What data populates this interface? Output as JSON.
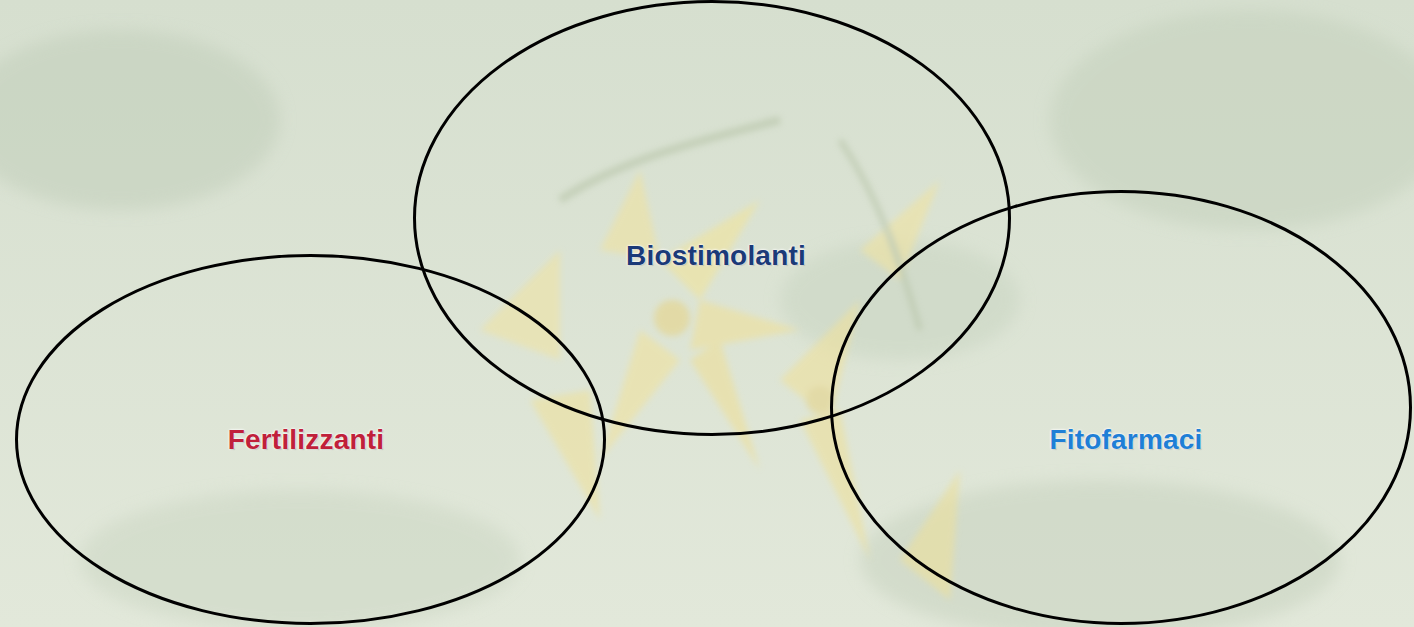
{
  "diagram": {
    "nodes": [
      {
        "text": [
          "Biostimolanti"
        ]
      },
      {
        "text": [
          "Fertilizzanti"
        ]
      },
      {
        "text": [
          "Fitofarmaci"
        ]
      }
    ]
  }
}
